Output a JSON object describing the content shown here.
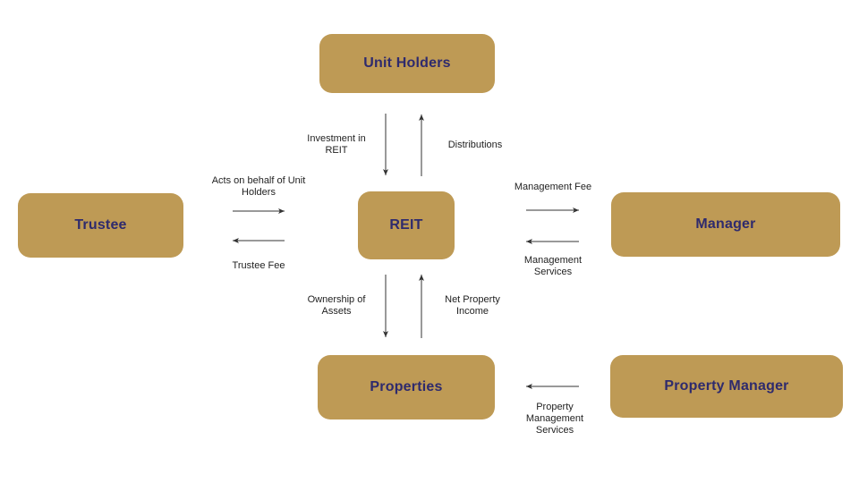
{
  "diagram": {
    "type": "flowchart",
    "subject": "REIT structure",
    "colors": {
      "box_fill": "#BE9A55",
      "box_text": "#2E2A6D",
      "edge_label_text": "#1F1F1F",
      "arrow": "#333333",
      "background": "#FFFFFF"
    },
    "nodes": {
      "unit_holders": {
        "label": "Unit Holders"
      },
      "trustee": {
        "label": "Trustee"
      },
      "reit": {
        "label": "REIT"
      },
      "manager": {
        "label": "Manager"
      },
      "properties": {
        "label": "Properties"
      },
      "property_manager": {
        "label": "Property Manager"
      }
    },
    "edges": [
      {
        "from": "unit_holders",
        "to": "reit",
        "direction": "down",
        "label": "Investment in REIT"
      },
      {
        "from": "reit",
        "to": "unit_holders",
        "direction": "up",
        "label": "Distributions"
      },
      {
        "from": "trustee",
        "to": "reit",
        "direction": "right",
        "label": "Acts on behalf of Unit Holders"
      },
      {
        "from": "reit",
        "to": "trustee",
        "direction": "left",
        "label": "Trustee Fee"
      },
      {
        "from": "reit",
        "to": "manager",
        "direction": "right",
        "label": "Management Fee"
      },
      {
        "from": "manager",
        "to": "reit",
        "direction": "left",
        "label": "Management Services"
      },
      {
        "from": "reit",
        "to": "properties",
        "direction": "down",
        "label": "Ownership of Assets"
      },
      {
        "from": "properties",
        "to": "reit",
        "direction": "up",
        "label": "Net Property Income"
      },
      {
        "from": "property_manager",
        "to": "properties",
        "direction": "left",
        "label": "Property Management Services"
      }
    ]
  }
}
